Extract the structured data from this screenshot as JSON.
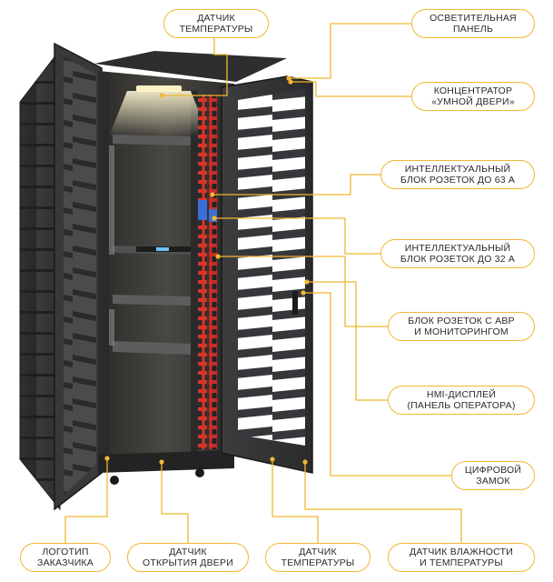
{
  "callouts": {
    "temp_top": "ДАТЧИК\nТЕМПЕРАТУРЫ",
    "light_panel": "ОСВЕТИТЕЛЬНАЯ\nПАНЕЛЬ",
    "smart_door": "КОНЦЕНТРАТОР\n«УМНОЙ ДВЕРИ»",
    "pdu_63": "ИНТЕЛЛЕКТУАЛЬНЫЙ\nБЛОК РОЗЕТОК ДО 63 А",
    "pdu_32": "ИНТЕЛЛЕКТУАЛЬНЫЙ\nБЛОК РОЗЕТОК ДО 32 А",
    "ats_pdu": "БЛОК РОЗЕТОК С АВР\nИ МОНИТОРИНГОМ",
    "hmi": "HMI-ДИСПЛЕЙ\n(ПАНЕЛЬ ОПЕРАТОРА)",
    "lock": "ЦИФРОВОЙ\nЗАМОК",
    "logo": "ЛОГОТИП\nЗАКАЗЧИКА",
    "door_sensor": "ДАТЧИК\nОТКРЫТИЯ ДВЕРИ",
    "temp_bottom": "ДАТЧИК\nТЕМПЕРАТУРЫ",
    "humidity": "ДАТЧИК ВЛАЖНОСТИ\nИ ТЕМПЕРАТУРЫ"
  },
  "colors": {
    "accent": "#f2b632",
    "rack_body": "#2f3031",
    "pdu_red": "#d8342a",
    "pdu_blue": "#3b6fd6",
    "light_glow": "#fff3c4"
  }
}
